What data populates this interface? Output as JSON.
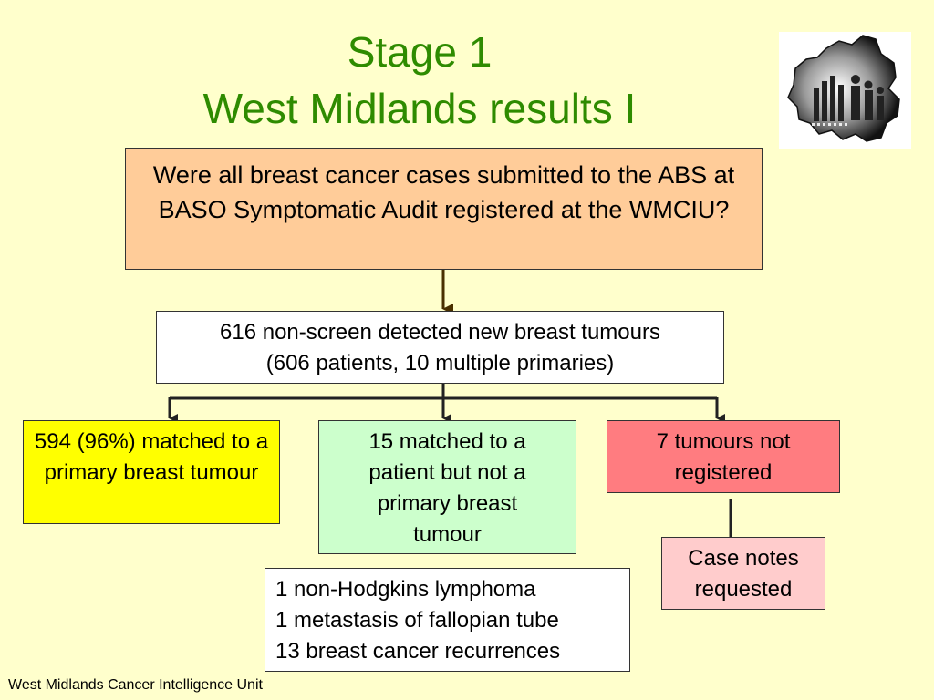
{
  "slide": {
    "title_line1": "Stage 1",
    "title_line2": "West Midlands results I",
    "footer": "West Midlands Cancer Intelligence Unit"
  },
  "nodes": {
    "question": {
      "text": "Were all breast cancer cases submitted to the ABS at BASO Symptomatic Audit registered at the WMCIU?",
      "fill": "#ffcc99"
    },
    "total": {
      "line1": "616 non-screen detected new breast tumours",
      "line2": "(606 patients, 10 multiple primaries)",
      "fill": "#ffffff"
    },
    "matched_primary": {
      "text": "594 (96%) matched to a primary breast tumour",
      "fill": "#ffff00"
    },
    "matched_patient": {
      "text": "15 matched to a patient but not a primary breast tumour",
      "fill": "#ccffcc"
    },
    "not_registered": {
      "text": "7 tumours not registered",
      "fill": "#ff7c80"
    },
    "case_notes": {
      "text": "Case notes requested",
      "fill": "#ffcccc"
    },
    "details": {
      "lines": [
        "1 non-Hodgkins lymphoma",
        "1 metastasis of fallopian tube",
        "13 breast cancer recurrences"
      ],
      "fill": "#ffffff"
    }
  },
  "colors": {
    "title": "#2e8b00",
    "background": "#ffffcc",
    "connector": "#333333",
    "connector_top": "#4a3000"
  },
  "logo": {
    "icon": "west-midlands-map-logo"
  }
}
